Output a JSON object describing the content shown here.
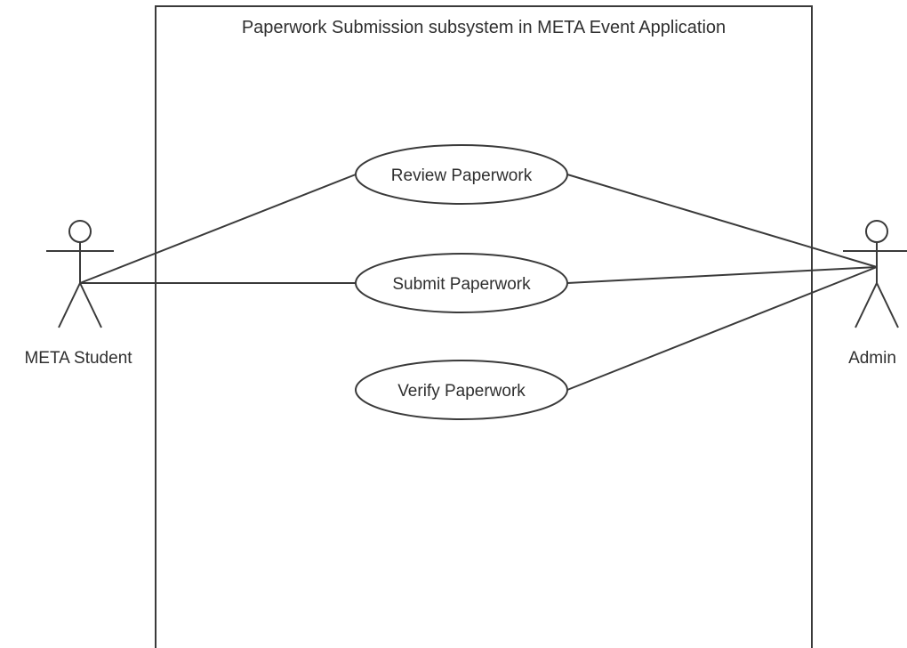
{
  "diagram": {
    "system_title": "Paperwork Submission  subsystem in META Event Application",
    "use_cases": [
      "Review Paperwork",
      "Submit Paperwork",
      "Verify Paperwork"
    ],
    "actors": [
      "META Student",
      "Admin"
    ],
    "colors": {
      "line": "#3a3a3a",
      "text": "#2f2f2f",
      "background": "#ffffff"
    }
  }
}
